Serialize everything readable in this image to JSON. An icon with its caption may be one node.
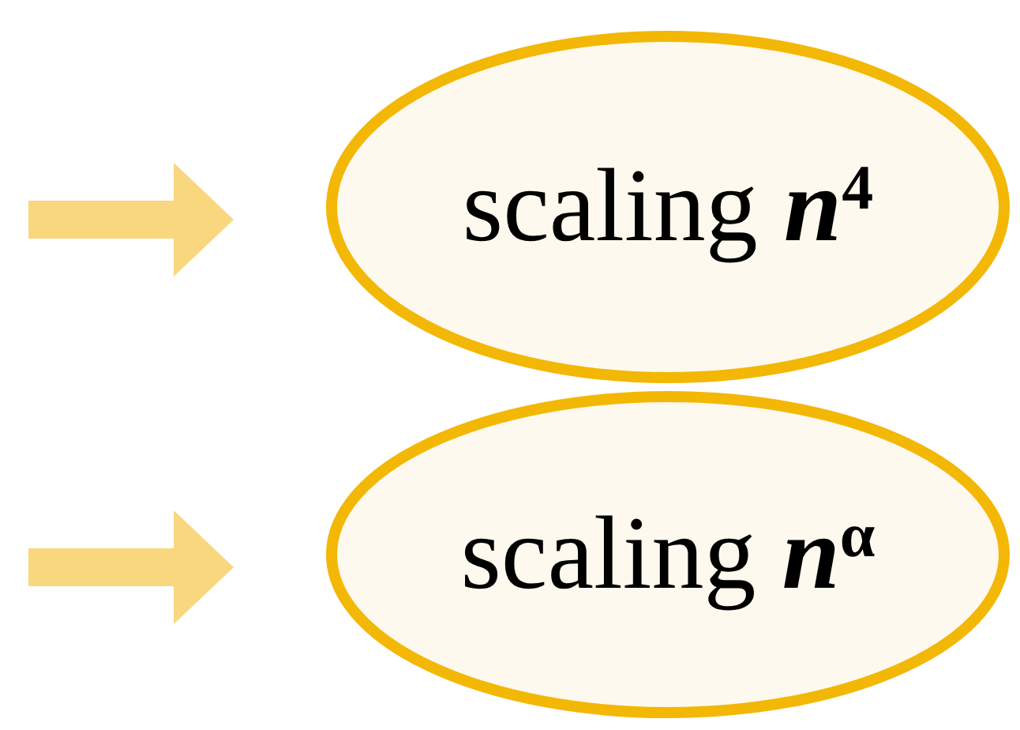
{
  "diagram": {
    "nodes": [
      {
        "text": [
          "scaling **n**$^{4}$"
        ]
      },
      {
        "text": [
          "scaling **n**$^{α}$"
        ]
      }
    ],
    "edges": [
      {
        "from": null,
        "to": 0,
        "arrow": "to"
      },
      {
        "from": null,
        "to": 1,
        "arrow": "to"
      }
    ]
  }
}
